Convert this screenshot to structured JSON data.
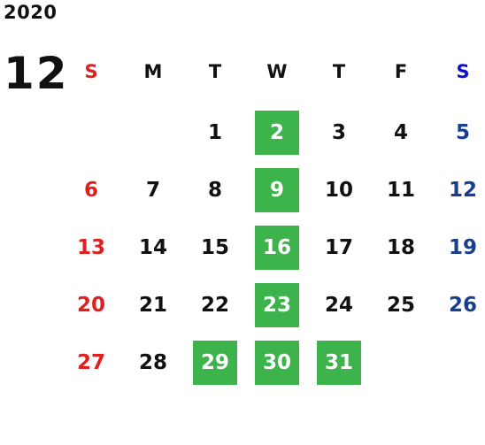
{
  "calendar": {
    "year": "2020",
    "month": "12",
    "weekdays": [
      "S",
      "M",
      "T",
      "W",
      "T",
      "F",
      "S"
    ],
    "weeks": [
      [
        "",
        "",
        "1",
        "2",
        "3",
        "4",
        "5"
      ],
      [
        "6",
        "7",
        "8",
        "9",
        "10",
        "11",
        "12"
      ],
      [
        "13",
        "14",
        "15",
        "16",
        "17",
        "18",
        "19"
      ],
      [
        "20",
        "21",
        "22",
        "23",
        "24",
        "25",
        "26"
      ],
      [
        "27",
        "28",
        "29",
        "30",
        "31",
        "",
        ""
      ]
    ],
    "highlighted_days": [
      "2",
      "9",
      "16",
      "23",
      "29",
      "30",
      "31"
    ]
  },
  "colors": {
    "sunday": "#e02020",
    "saturday_header": "#1010cc",
    "saturday": "#1a3e8f",
    "highlight": "#3cb44b",
    "text": "#111111"
  }
}
